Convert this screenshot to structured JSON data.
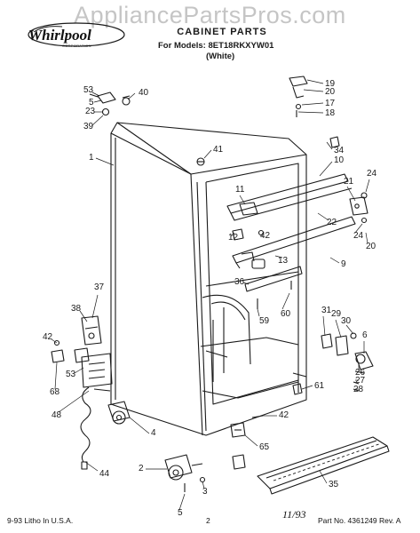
{
  "watermark": "AppliancePartsPros.com",
  "brand": {
    "name": "Whirlpool",
    "tagline": "CORPORATION"
  },
  "header": {
    "title": "CABINET PARTS",
    "models_line": "For Models: 8ET18RKXYW01",
    "color": "(White)"
  },
  "callouts": [
    "1",
    "2",
    "3",
    "4",
    "5",
    "6",
    "9",
    "10",
    "11",
    "12",
    "13",
    "17",
    "18",
    "19",
    "20",
    "21",
    "22",
    "23",
    "24",
    "26",
    "27",
    "28",
    "29",
    "30",
    "31",
    "34",
    "35",
    "36",
    "37",
    "38",
    "39",
    "40",
    "41",
    "42",
    "44",
    "48",
    "53",
    "59",
    "60",
    "61",
    "65",
    "68"
  ],
  "footer": {
    "litho": "9-93 Litho In U.S.A.",
    "page": "2",
    "handwritten_date": "11/93",
    "part_no": "Part No. 4361249 Rev. A"
  },
  "colors": {
    "ink": "#1a1a1a",
    "watermark": "#969696"
  }
}
